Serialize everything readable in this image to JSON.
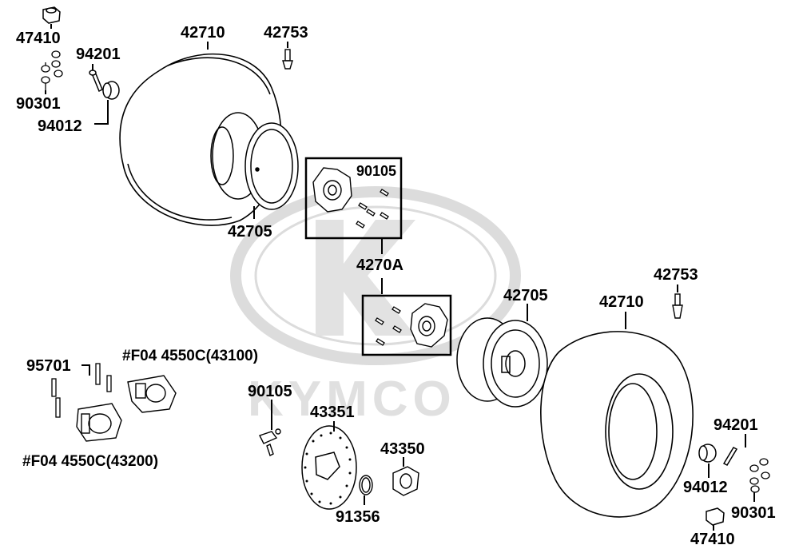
{
  "diagram": {
    "watermark_brand": "KYMCO",
    "part_labels": {
      "p47410_top": "47410",
      "p90301_top": "90301",
      "p94201_top": "94201",
      "p94012_top": "94012",
      "p42710_top": "42710",
      "p42753_top": "42753",
      "p90105_top": "90105",
      "p42705_top": "42705",
      "p4270A": "4270A",
      "p42753_right": "42753",
      "p42705_right": "42705",
      "p42710_right": "42710",
      "p95701": "95701",
      "pF04_43100": "#F04 4550C(43100)",
      "pF04_43200": "#F04 4550C(43200)",
      "p90105_mid": "90105",
      "p43351": "43351",
      "p43350": "43350",
      "p91356": "91356",
      "p94201_right": "94201",
      "p94012_right": "94012",
      "p90301_right": "90301",
      "p47410_right": "47410"
    },
    "line_color": "#000000",
    "watermark_color": "#d9d9d9"
  }
}
